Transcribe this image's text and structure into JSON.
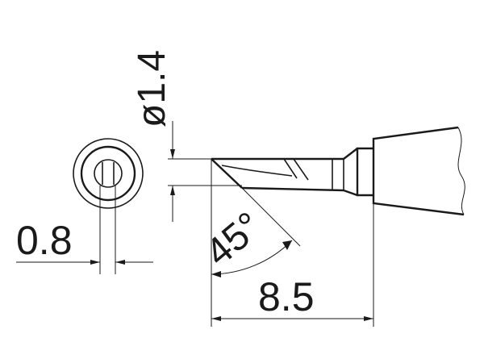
{
  "drawing": {
    "dimensions": {
      "diameter": "ø1.4",
      "thickness": "0.8",
      "angle": "45°",
      "length": "8.5"
    },
    "colors": {
      "line": "#1a1a1a",
      "background": "#ffffff"
    }
  }
}
